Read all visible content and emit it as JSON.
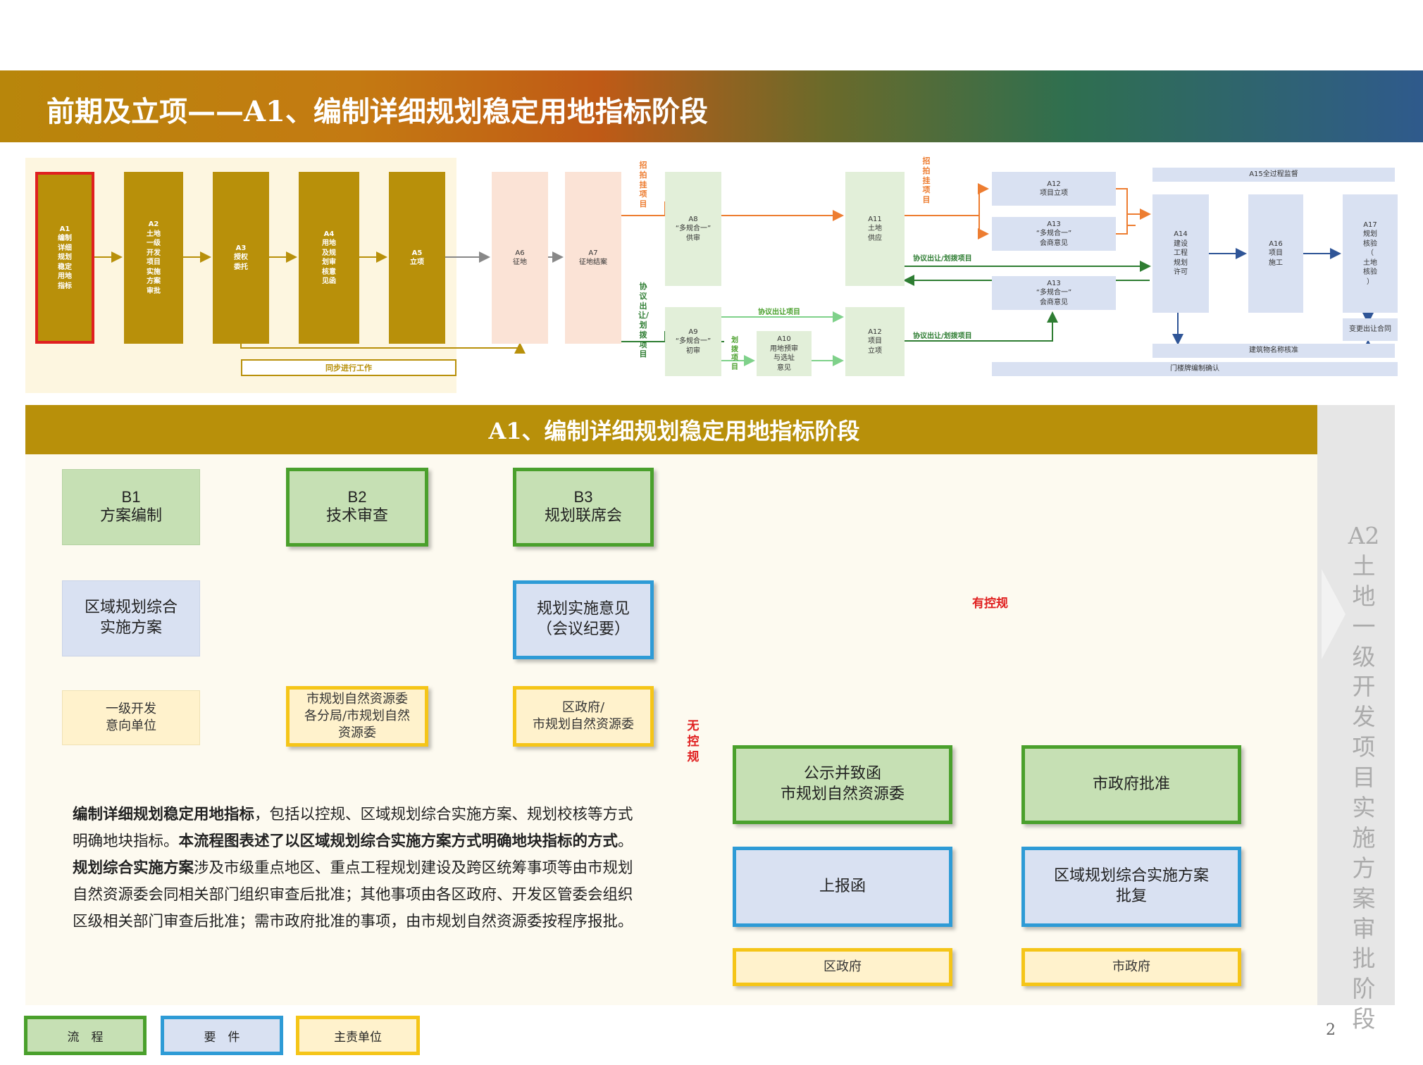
{
  "header": {
    "title": "前期及立项——A1、编制详细规划稳定用地指标阶段"
  },
  "overview": {
    "a1": "A1\n编制\n详细\n规划\n稳定\n用地\n指标",
    "a2": "A2\n土地\n一级\n开发\n项目\n实施\n方案\n审批",
    "a3": "A3\n授权\n委托",
    "a4": "A4\n用地\n及规\n划审\n核意\n见函",
    "a5": "A5\n立项",
    "a6": "A6\n征地",
    "a7": "A7\n征地结案",
    "a8": "A8\n“多规合一”\n供审",
    "a9": "A9\n“多规合一”\n初审",
    "a10": "A10\n用地预审\n与选址\n意见",
    "a11": "A11\n土地\n供应",
    "a12_top": "A12\n项目立项",
    "a12_bottom": "A12\n项目\n立项",
    "a13_a": "A13\n“多规合一”\n会商意见",
    "a13_b": "A13\n“多规合一”\n会商意见",
    "a14": "A14\n建设\n工程\n规划\n许可",
    "a15": "A15全过程监督",
    "a16": "A16\n项目\n施工",
    "a17": "A17\n规划\n核验\n（\n土地\n核验\n）",
    "sync_work": "同步进行工作",
    "zhaopai_1": "招拍挂项目",
    "zhaopai_2": "招拍挂项目",
    "xieyi_v": "协议出让/划拨项目",
    "xieyi_top": "协议出让/划拨项目",
    "xieyi_bottom": "协议出让/划拨项目",
    "xieyi_green": "协议出让项目",
    "huabo_green": "划拨项目",
    "change_contract": "变更出让合同",
    "building_name": "建筑物名称核准",
    "door_plate": "门楼牌编制确认"
  },
  "section_title": "A1、编制详细规划稳定用地指标阶段",
  "flow": {
    "b1": {
      "code": "B1",
      "label": "方案编制"
    },
    "b2": {
      "code": "B2",
      "label": "技术审查"
    },
    "b3": {
      "code": "B3",
      "label": "规划联席会"
    },
    "regional_plan": "区域规划综合\n实施方案",
    "opinion": "规划实施意见\n（会议纪要）",
    "dev_unit": "一级开发\n意向单位",
    "bureau": "市规划自然资源委\n各分局/市规划自然\n资源委",
    "district_or_city": "区政府/\n市规划自然资源委",
    "has_plan": "有控规",
    "no_plan": "无\n控\n规",
    "publicity": "公示并致函\n市规划自然资源委",
    "city_approve": "市政府批准",
    "report_letter": "上报函",
    "plan_reply": "区域规划综合实施方案\n批复",
    "district_gov": "区政府",
    "city_gov": "市政府"
  },
  "side_panel": "A2\n土地\n一级\n开发\n项目\n实施\n方案\n审批\n阶段",
  "description": {
    "p1_bold": "编制详细规划稳定用地指标",
    "p1_text": "，包括以控规、区域规划综合实施方案、规划校核等方式明确地块指标。",
    "p1_bold2": "本流程图表述了以区域规划综合实施方案方式明确地块指标的方式",
    "p1_end": "。",
    "p2_bold": "规划综合实施方案",
    "p2_text": "涉及市级重点地区、重点工程规划建设及跨区统筹事项等由市规划自然资源委会同相关部门组织审查后批准；其他事项由各区政府、开发区管委会组织区级相关部门审查后批准；需市政府批准的事项，由市规划自然资源委按程序报批。"
  },
  "legend": {
    "process": "流　程",
    "element": "要　件",
    "unit": "主责单位"
  },
  "page_number": "2",
  "colors": {
    "gold": "#b8900a",
    "green": "#4aa02c",
    "blue": "#2e9bd6",
    "yellow": "#f5c518",
    "red": "#e02020",
    "orange": "#ed7d31",
    "dark_green": "#2e7d32"
  }
}
